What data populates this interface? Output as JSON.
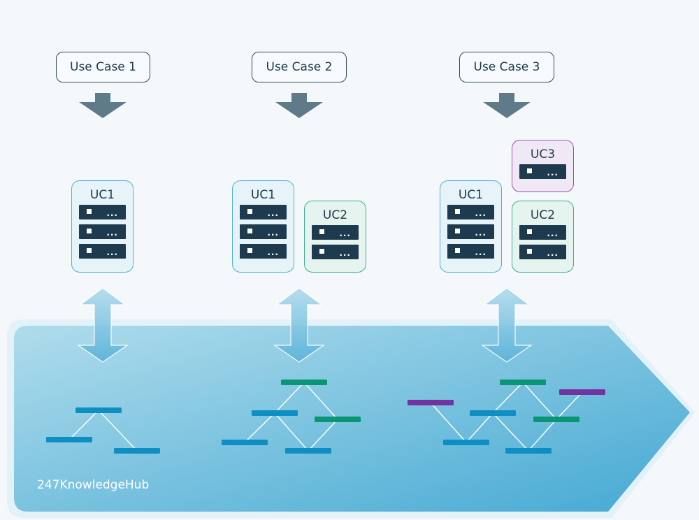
{
  "brand": "247KnowledgeHub",
  "colors": {
    "background": "#f4f8fb",
    "label_border": "#2d4a5a",
    "down_arrow": "#5f7a88",
    "server": "#1d3a4e",
    "uc1_border": "#4fb0d8",
    "uc2_border": "#3eaf93",
    "uc3_border": "#9a52b5",
    "node_blue": "#0f8ec4",
    "node_green": "#0a9574",
    "node_purple": "#7232a0",
    "chevron_light": "#a8d8ea",
    "chevron_dark": "#4aadd4"
  },
  "use_cases": [
    {
      "label": "Use Case 1",
      "clusters": [
        {
          "name": "UC1",
          "servers": 3,
          "type": "c1"
        }
      ]
    },
    {
      "label": "Use Case 2",
      "clusters": [
        {
          "name": "UC1",
          "servers": 3,
          "type": "c1"
        },
        {
          "name": "UC2",
          "servers": 2,
          "type": "c2"
        }
      ]
    },
    {
      "label": "Use Case 3",
      "clusters": [
        {
          "name": "UC1",
          "servers": 3,
          "type": "c1"
        },
        {
          "name": "UC2",
          "servers": 2,
          "type": "c2"
        },
        {
          "name": "UC3",
          "servers": 1,
          "type": "c3"
        }
      ]
    }
  ],
  "server_dots": "...",
  "graphs": [
    {
      "nodes": [
        {
          "id": "a",
          "color": "blue"
        },
        {
          "id": "b",
          "color": "blue"
        },
        {
          "id": "c",
          "color": "blue"
        }
      ],
      "edges": [
        [
          "a",
          "b"
        ],
        [
          "a",
          "c"
        ]
      ]
    },
    {
      "nodes": [
        {
          "id": "g1",
          "color": "green"
        },
        {
          "id": "b1",
          "color": "blue"
        },
        {
          "id": "g2",
          "color": "green"
        },
        {
          "id": "b2",
          "color": "blue"
        },
        {
          "id": "b3",
          "color": "blue"
        }
      ],
      "edges": [
        [
          "g1",
          "b1"
        ],
        [
          "g1",
          "g2"
        ],
        [
          "b1",
          "b2"
        ],
        [
          "b1",
          "b3"
        ],
        [
          "g2",
          "b3"
        ]
      ]
    },
    {
      "nodes": [
        {
          "id": "p1",
          "color": "purple"
        },
        {
          "id": "g1",
          "color": "green"
        },
        {
          "id": "p2",
          "color": "purple"
        },
        {
          "id": "b1",
          "color": "blue"
        },
        {
          "id": "g2",
          "color": "green"
        },
        {
          "id": "b2",
          "color": "blue"
        },
        {
          "id": "b3",
          "color": "blue"
        }
      ],
      "edges": [
        [
          "p1",
          "b2"
        ],
        [
          "b2",
          "b1"
        ],
        [
          "b1",
          "g1"
        ],
        [
          "b1",
          "b3"
        ],
        [
          "g1",
          "g2"
        ],
        [
          "g2",
          "b3"
        ],
        [
          "p2",
          "g2"
        ]
      ]
    }
  ]
}
